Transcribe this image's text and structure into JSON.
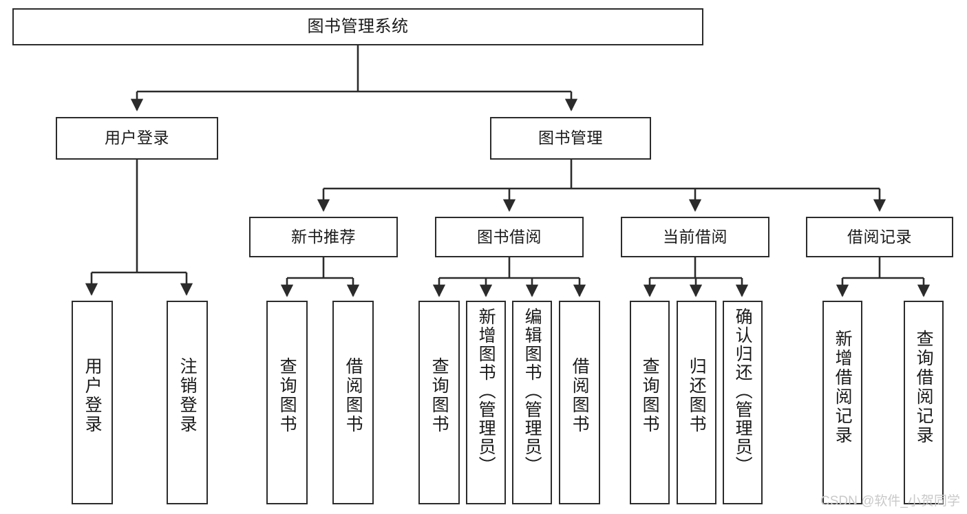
{
  "diagram": {
    "type": "tree",
    "title": "图书管理系统",
    "orientation": "top-down",
    "line_color": "#2b2b2b",
    "box_fill": "#ffffff",
    "box_stroke": "#2b2b2b"
  },
  "watermark": {
    "text": "CSDN @软件_小贺同学",
    "color": "#c9c9c9"
  },
  "nodes": {
    "root": {
      "label": "图书管理系统"
    },
    "level2": [
      {
        "label": "用户登录"
      },
      {
        "label": "图书管理"
      }
    ],
    "level3": [
      {
        "label": "新书推荐"
      },
      {
        "label": "图书借阅"
      },
      {
        "label": "当前借阅"
      },
      {
        "label": "借阅记录"
      }
    ],
    "leaves": {
      "user_login": [
        {
          "label": "用户登录"
        },
        {
          "label": "注销登录"
        }
      ],
      "new_book_rec": [
        {
          "label": "查询图书"
        },
        {
          "label": "借阅图书"
        }
      ],
      "book_borrow": [
        {
          "label": "查询图书"
        },
        {
          "label": "新增图书（管理员）"
        },
        {
          "label": "编辑图书（管理员）"
        },
        {
          "label": "借阅图书"
        }
      ],
      "current_borrow": [
        {
          "label": "查询图书"
        },
        {
          "label": "归还图书"
        },
        {
          "label": "确认归还（管理员）"
        }
      ],
      "borrow_record": [
        {
          "label": "新增借阅记录"
        },
        {
          "label": "查询借阅记录"
        }
      ]
    }
  }
}
